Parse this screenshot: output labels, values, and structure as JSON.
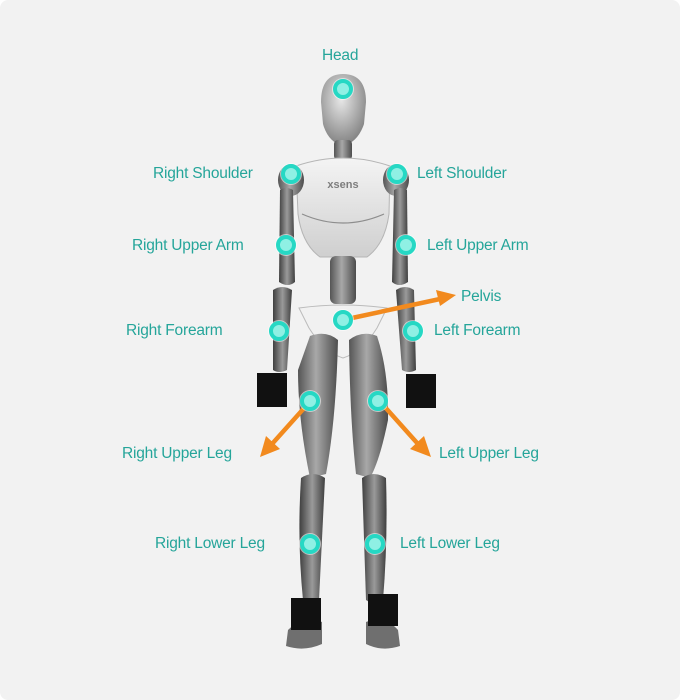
{
  "diagram": {
    "title": "",
    "labels": {
      "head": "Head",
      "right_shoulder": "Right Shoulder",
      "left_shoulder": "Left Shoulder",
      "right_upper_arm": "Right Upper Arm",
      "left_upper_arm": "Left Upper Arm",
      "pelvis": "Pelvis",
      "right_forearm": "Right Forearm",
      "left_forearm": "Left Forearm",
      "right_upper_leg": "Right Upper Leg",
      "left_upper_leg": "Left Upper Leg",
      "right_lower_leg": "Right Lower Leg",
      "left_lower_leg": "Left Lower Leg"
    },
    "chest_logo": "xsens",
    "colors": {
      "background": "#f2f2f2",
      "label": "#25a59a",
      "sensor_ring": "#26d8c4",
      "sensor_fill": "#8ff0e4",
      "arrow": "#f28a1e",
      "mannequin": "#8f8f8f",
      "markers": "#111111"
    }
  }
}
